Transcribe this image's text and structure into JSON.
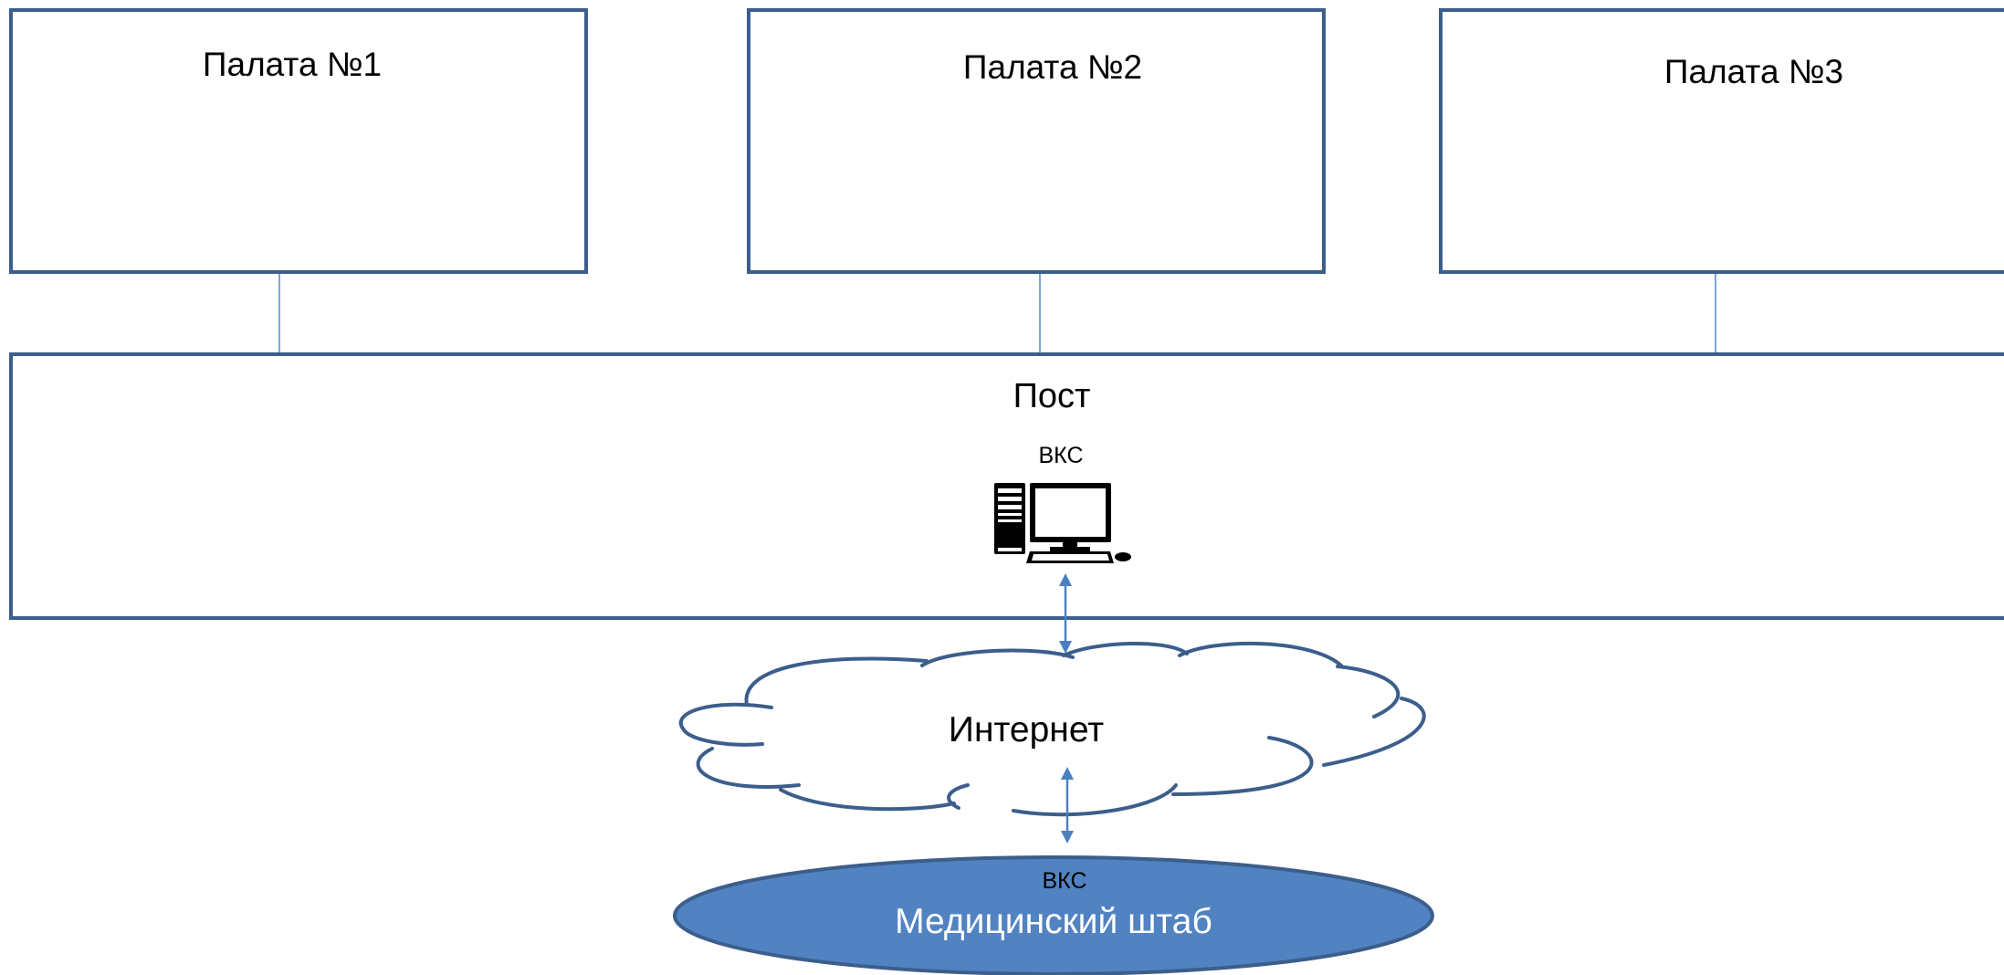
{
  "rooms": [
    {
      "label": "Палата №1"
    },
    {
      "label": "Палата №2"
    },
    {
      "label": "Палата №3"
    }
  ],
  "post": {
    "label": "Пост",
    "vks_label": "ВКС",
    "icon": "desktop-computer-icon"
  },
  "internet": {
    "label": "Интернет",
    "icon": "cloud-icon"
  },
  "hq": {
    "label": "Медицинский штаб",
    "vks_label": "ВКС"
  },
  "colors": {
    "box_border": "#3c5e8b",
    "connector": "#5b8fd0",
    "arrow": "#4a7fc1",
    "hq_fill": "#5183c2",
    "hq_text": "#ffffff"
  }
}
